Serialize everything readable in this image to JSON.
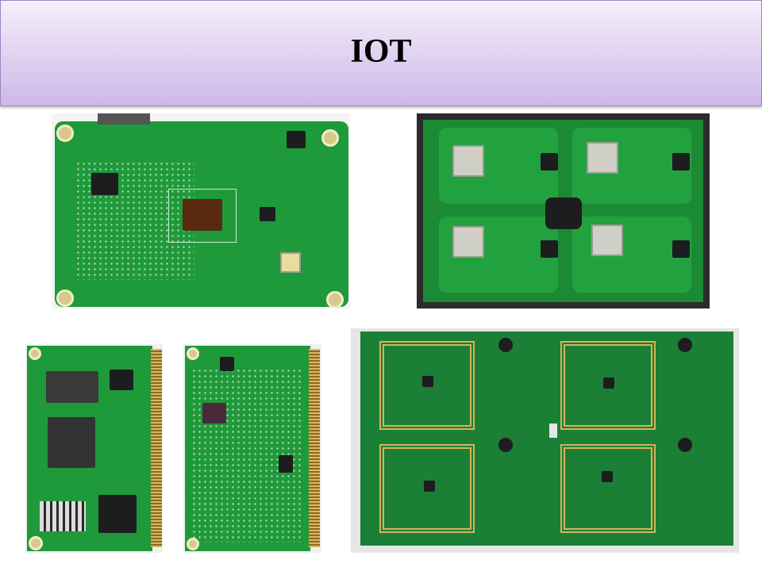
{
  "slide": {
    "title": "IOT",
    "colors": {
      "header_top": "#f6f0fb",
      "header_bottom": "#cdb8e8",
      "pcb_green": "#1f9a3a"
    },
    "images": [
      {
        "name": "pcb-board-main"
      },
      {
        "name": "pcb-panel-four-modules"
      },
      {
        "name": "pcb-som-module-front"
      },
      {
        "name": "pcb-som-module-back"
      },
      {
        "name": "pcb-rfid-panel"
      }
    ]
  }
}
